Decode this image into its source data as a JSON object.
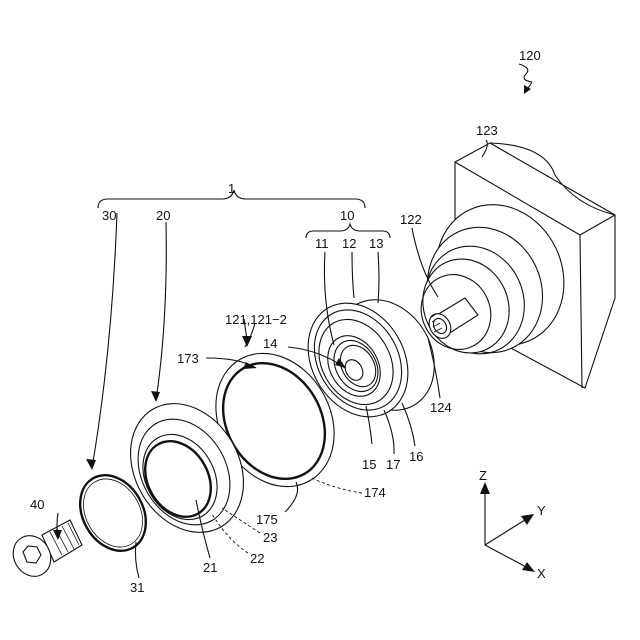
{
  "labels": {
    "l120": "120",
    "l123": "123",
    "l1": "1",
    "l30": "30",
    "l20": "20",
    "l10": "10",
    "l11": "11",
    "l12": "12",
    "l13": "13",
    "l122": "122",
    "l121": "121,121−2",
    "l14": "14",
    "l173": "173",
    "l124": "124",
    "l15": "15",
    "l17": "17",
    "l16": "16",
    "l174": "174",
    "l175": "175",
    "l40": "40",
    "l23": "23",
    "l22": "22",
    "l21": "21",
    "l31": "31",
    "axis_z": "Z",
    "axis_y": "Y",
    "axis_x": "X"
  }
}
